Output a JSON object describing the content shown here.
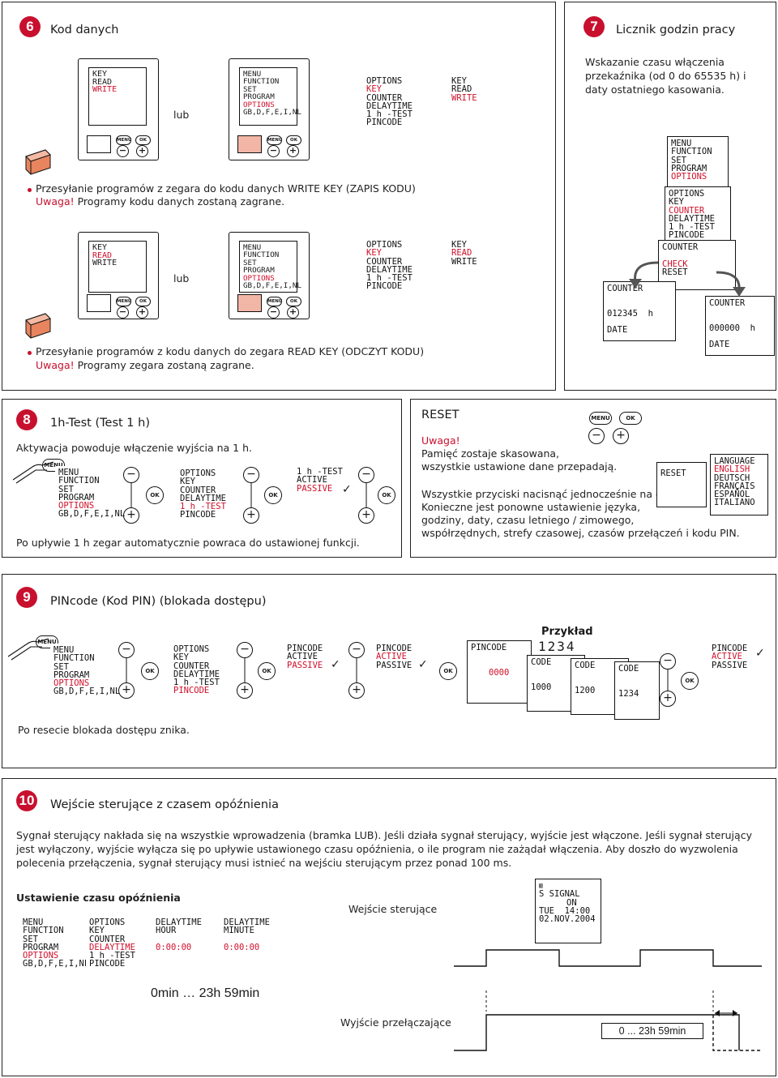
{
  "s6": {
    "num": "6",
    "title": "Kod danych",
    "or1": "lub",
    "or2": "lub",
    "write_item": "Przesyłanie programów z zegara do kodu danych WRITE KEY (ZAPIS KODU)",
    "write_warn_label": "Uwaga!",
    "write_warn_text": " Programy kodu danych zostaną zagrane.",
    "read_item": "Przesyłanie programów z kodu danych do zegara READ KEY (ODCZYT KODU)",
    "read_warn_label": "Uwaga!",
    "read_warn_text": " Programy zegara zostaną zagrane."
  },
  "s7": {
    "num": "7",
    "title": "Licznik godzin pracy",
    "desc": "Wskazanie czasu włączenia przekaźnika (od 0 do 65535 h) i daty ostatniego kasowania."
  },
  "s8": {
    "num": "8",
    "title": "1h-Test (Test 1 h)",
    "activation": "Aktywacja powoduje włączenie wyjścia na 1 h.",
    "after": "Po upływie 1 h zegar automatycznie powraca do ustawionej funkcji."
  },
  "reset": {
    "title": "RESET",
    "warn_label": "Uwaga!",
    "warn_line1": "Pamięć zostaje skasowana,",
    "warn_line2": "wszystkie ustawione dane przepadają.",
    "p1": "Wszystkie przyciski nacisnąć jednocześnie na ok. 2 s.",
    "p2": "Konieczne jest ponowne ustawienie języka,",
    "p3": "godziny, daty, czasu letniego / zimowego,",
    "p4": "współrzędnych, strefy czasowej, czasów przełączeń i kodu PIN.",
    "lcd_reset": "RESET",
    "languages": [
      "LANGUAGE",
      "ENGLISH",
      "DEUTSCH",
      "FRANÇAIS",
      "ESPAÑOL",
      "ITALIANO"
    ]
  },
  "s9": {
    "num": "9",
    "title": "PINcode (Kod PIN) (blokada dostępu)",
    "example": "Przykład",
    "example_code": "1234",
    "after": "Po resecie blokada dostępu znika."
  },
  "s10": {
    "num": "10",
    "title": "Wejście sterujące z czasem opóźnienia",
    "body": "Sygnał sterujący nakłada się na wszystkie wprowadzenia (bramka LUB). Jeśli działa sygnał sterujący, wyjście jest włączone. Jeśli sygnał sterujący jest wyłączony, wyjście wyłącza się po upływie ustawionego czasu opóźnienia, o ile program nie zażądał włączenia. Aby doszło do wyzwolenia polecenia przełączenia, sygnał sterujący musi istnieć na wejściu sterującym przez ponad 100 ms.",
    "setting_title": "Ustawienie czasu opóźnienia",
    "range": "0min … 23h 59min",
    "input_label": "Wejście sterujące",
    "output_label": "Wyjście przełączające",
    "delay_box": "0 ... 23h 59min",
    "lcd_signal": [
      "S SIGNAL",
      "ON",
      "TUE  14:00",
      "02.NOV.2004"
    ]
  },
  "lcd": {
    "menu": [
      "MENU",
      "FUNCTION",
      "SET",
      "PROGRAM",
      "OPTIONS",
      "GB,D,F,E,I,NL"
    ],
    "options": [
      "OPTIONS",
      "KEY",
      "COUNTER",
      "DELAYTIME",
      "1 h -TEST",
      "PINCODE"
    ],
    "key": [
      "KEY",
      "READ",
      "WRITE"
    ],
    "counter_menu": [
      "COUNTER",
      "CHECK",
      "RESET"
    ],
    "counter_value": "012345  h",
    "counter_zero": "000000  h",
    "date": "DATE",
    "counter": "COUNTER",
    "test": [
      "1 h -TEST",
      "ACTIVE",
      "PASSIVE"
    ],
    "pincode": [
      "PINCODE",
      "ACTIVE",
      "PASSIVE"
    ],
    "pin_entry": "0000",
    "code": "CODE",
    "code_steps": [
      "1000",
      "1200",
      "1234"
    ],
    "delaytime_hour": [
      "DELAYTIME",
      "HOUR",
      "0:00:00"
    ],
    "delaytime_minute": [
      "DELAYTIME",
      "MINUTE",
      "0:00:00"
    ]
  },
  "buttons": {
    "menu": "MENU",
    "ok": "OK",
    "minus": "−",
    "plus": "+"
  }
}
